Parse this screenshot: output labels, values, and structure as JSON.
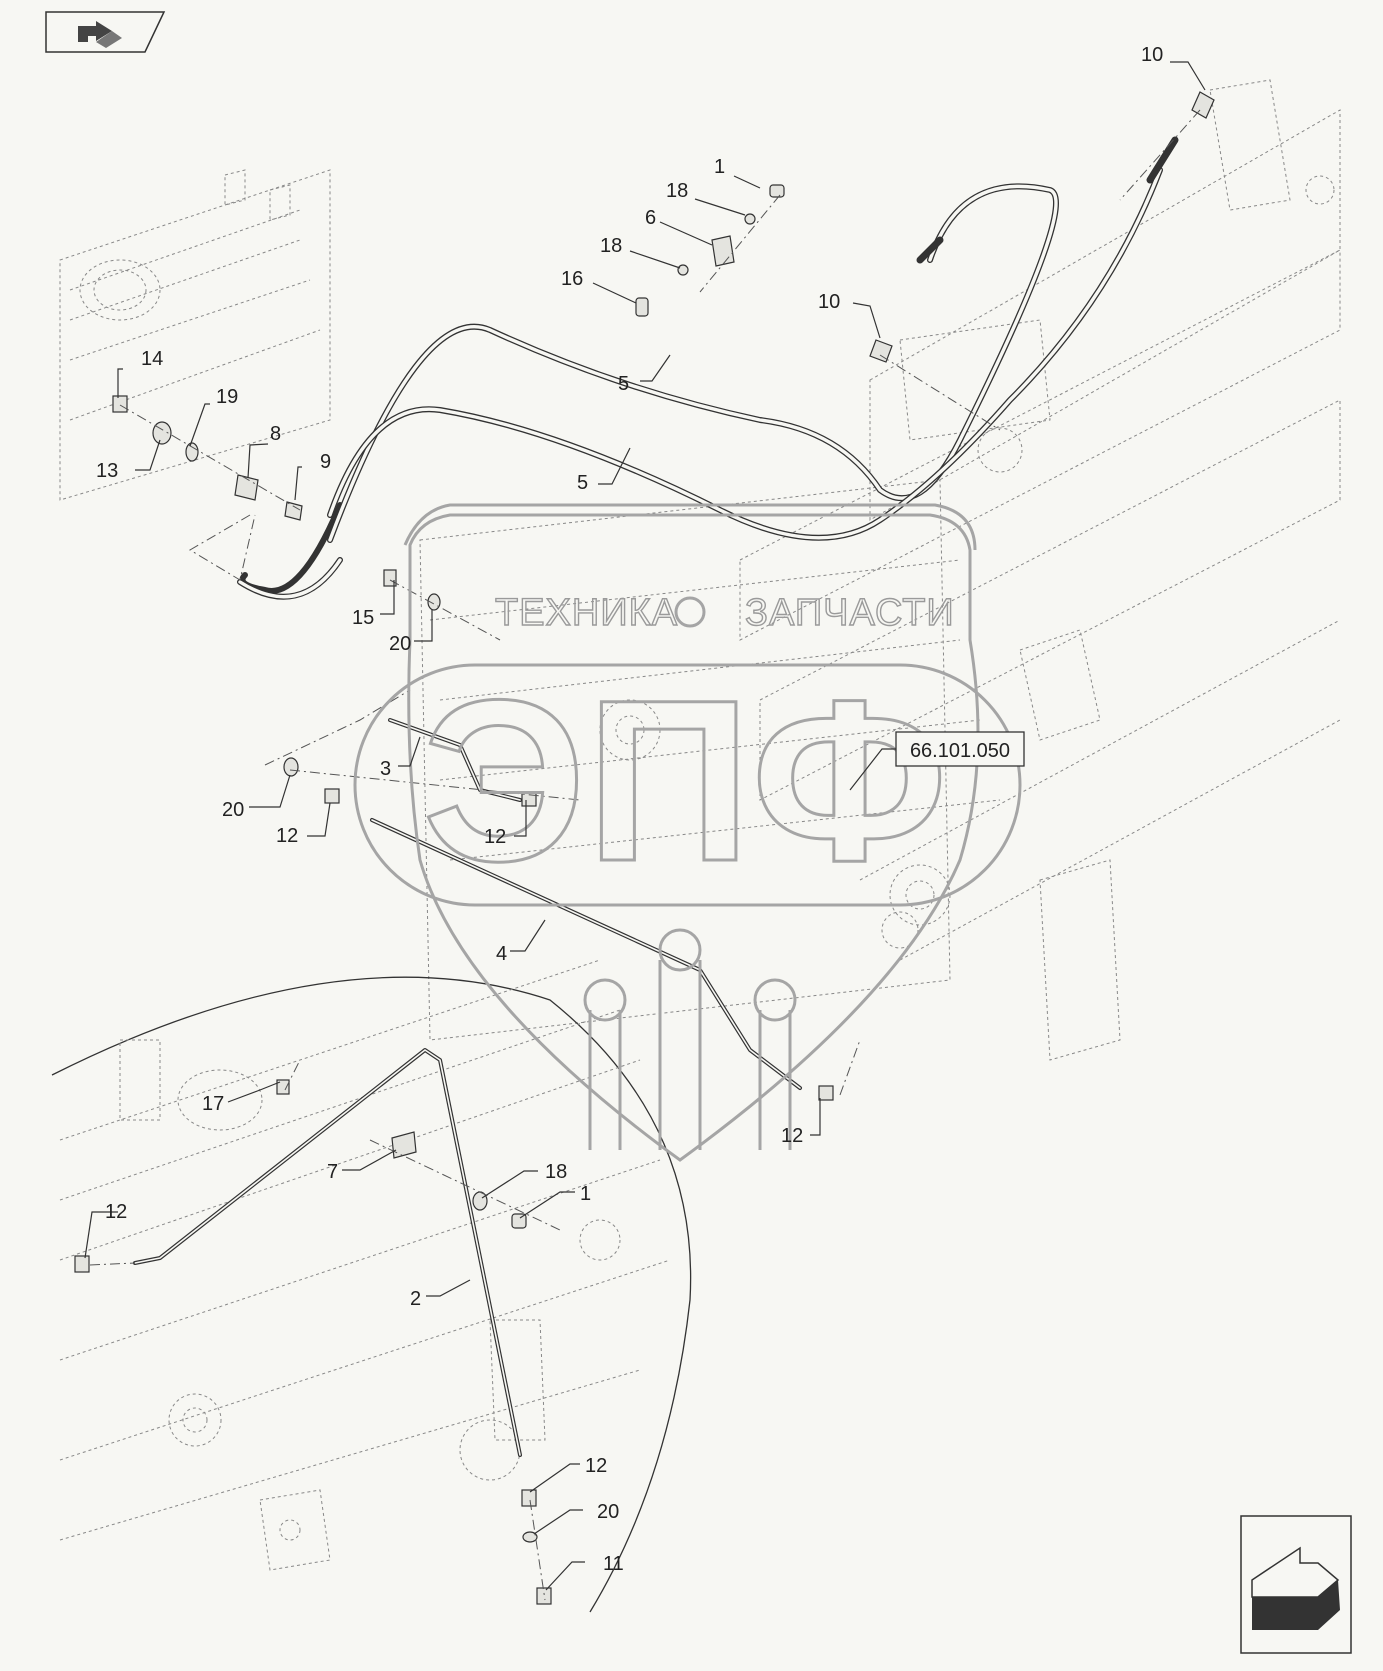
{
  "callouts": [
    {
      "label": "1"
    },
    {
      "label": "18"
    },
    {
      "label": "6"
    },
    {
      "label": "18"
    },
    {
      "label": "16"
    },
    {
      "label": "10"
    },
    {
      "label": "10"
    },
    {
      "label": "14"
    },
    {
      "label": "19"
    },
    {
      "label": "13"
    },
    {
      "label": "8"
    },
    {
      "label": "9"
    },
    {
      "label": "5"
    },
    {
      "label": "5"
    },
    {
      "label": "15"
    },
    {
      "label": "20"
    },
    {
      "label": "3"
    },
    {
      "label": "20"
    },
    {
      "label": "12"
    },
    {
      "label": "12"
    },
    {
      "label": "4"
    },
    {
      "label": "12"
    },
    {
      "label": "17"
    },
    {
      "label": "7"
    },
    {
      "label": "18"
    },
    {
      "label": "1"
    },
    {
      "label": "12"
    },
    {
      "label": "2"
    },
    {
      "label": "12"
    },
    {
      "label": "20"
    },
    {
      "label": "11"
    }
  ],
  "reference": {
    "label": "66.101.050"
  },
  "watermark": {
    "left": "ТЕХНИКА",
    "right": "ЗАПЧАСТИ",
    "logo": "ЭПФ"
  },
  "icons": {
    "top_left": "return-arrow-icon",
    "bottom_right": "next-page-arrow-icon"
  },
  "colors": {
    "line": "#333333",
    "background": "#f7f7f3",
    "watermark": "#a5a5a5"
  }
}
